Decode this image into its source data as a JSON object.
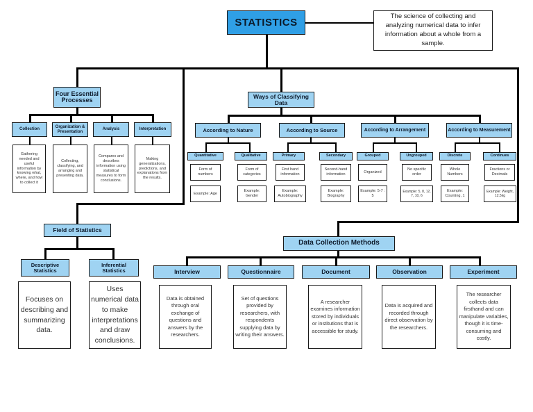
{
  "title": "STATISTICS",
  "definition": "The science of collecting and analyzing numerical data to infer information about a whole from a sample.",
  "essentials": {
    "title": "Four Essential Processes",
    "items": [
      {
        "label": "Collection",
        "desc": "Gathering needed and useful information by knowing what, where, and how to collect it"
      },
      {
        "label": "Organization & Presentation",
        "desc": "Collecting, classifying, and arranging and presenting data."
      },
      {
        "label": "Analysis",
        "desc": "Compares and describes information using statistical measures to form conclusions."
      },
      {
        "label": "Interpretation",
        "desc": "Making generalizations, predictions, and explanations from the results."
      }
    ]
  },
  "classifying": {
    "title": "Ways of Classifying Data",
    "groups": [
      {
        "label": "According to Nature",
        "subs": [
          {
            "label": "Quantitative",
            "desc": "Form of numbers",
            "example": "Example: Age"
          },
          {
            "label": "Qualitative",
            "desc": "Form of categories",
            "example": "Example: Gender"
          }
        ]
      },
      {
        "label": "According to Source",
        "subs": [
          {
            "label": "Primary",
            "desc": "First hand information",
            "example": "Example: Autobiography"
          },
          {
            "label": "Secondary",
            "desc": "Second-hand information",
            "example": "Example: Biography"
          }
        ]
      },
      {
        "label": "According to Arrangement",
        "subs": [
          {
            "label": "Grouped",
            "desc": "Organized",
            "example": "Example: 5-7 : 5"
          },
          {
            "label": "Ungrouped",
            "desc": "No specific order",
            "example": "Example: 5, 8, 12, 7, 10, 6"
          }
        ]
      },
      {
        "label": "According to Measurement",
        "subs": [
          {
            "label": "Discrete",
            "desc": "Whole Numbers",
            "example": "Example: Counting, 1"
          },
          {
            "label": "Continues",
            "desc": "Fractions or Decimals",
            "example": "Example: Weight, 12.5kg"
          }
        ]
      }
    ]
  },
  "field": {
    "title": "Field of Statistics",
    "items": [
      {
        "label": "Descriptive Statistics",
        "desc": "Focuses on describing and summarizing data."
      },
      {
        "label": "Inferential Statistics",
        "desc": "Uses numerical data to make interpretations and draw conclusions."
      }
    ]
  },
  "methods": {
    "title": "Data Collection Methods",
    "items": [
      {
        "label": "Interview",
        "desc": "Data is obtained through oral exchange of questions and answers by the researchers."
      },
      {
        "label": "Questionnaire",
        "desc": "Set of questions provided by researchers, with respondents supplying data by writing their answers."
      },
      {
        "label": "Document",
        "desc": "A researcher examines information stored by individuals or institutions that is accessible for study."
      },
      {
        "label": "Observation",
        "desc": "Data is acquired and recorded through direct observation by the researchers."
      },
      {
        "label": "Experiment",
        "desc": "The researcher collects data firsthand and can manipulate variables, though it is time-consuming and costly."
      }
    ]
  }
}
